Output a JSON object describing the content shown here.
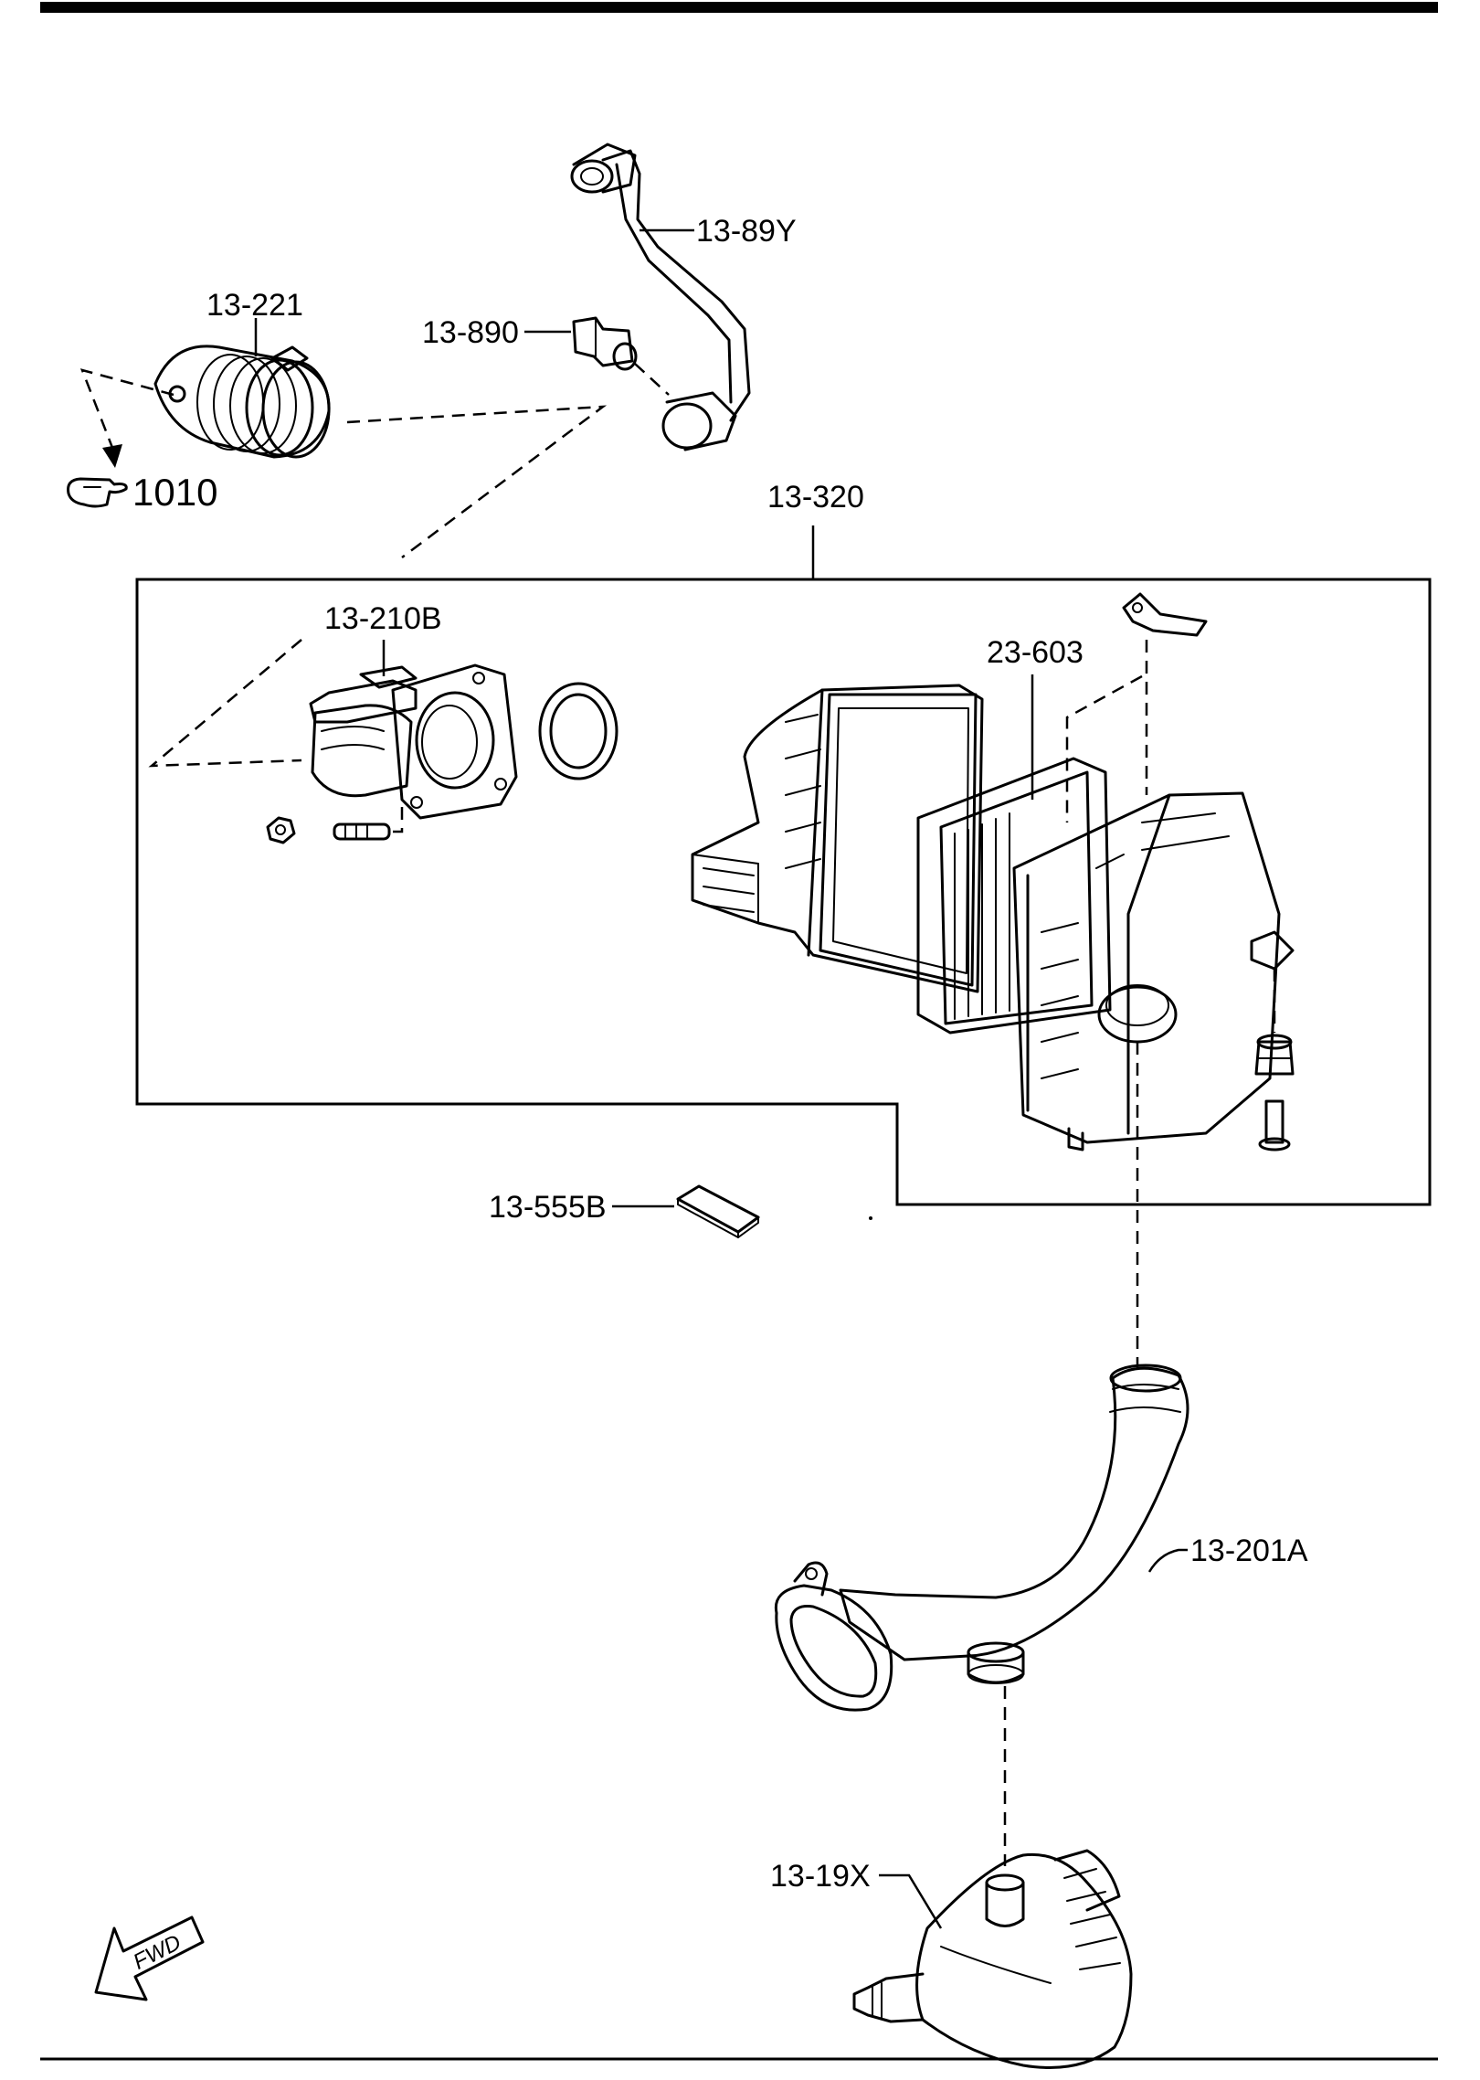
{
  "labels": {
    "hose_lower": "13-89Y",
    "pcv_valve": "13-890",
    "intake_duct": "13-221",
    "reference": "1010",
    "assembly": "13-320",
    "mass_airflow_sensor": "13-210B",
    "element": "23-603",
    "label_plate": "13-555B",
    "fresh_air_duct": "13-201A",
    "resonator": "13-19X"
  },
  "badge": {
    "fwd": "FWD"
  },
  "icons": {
    "reference": "pointing-hand-icon",
    "direction": "fwd-arrow-icon"
  }
}
